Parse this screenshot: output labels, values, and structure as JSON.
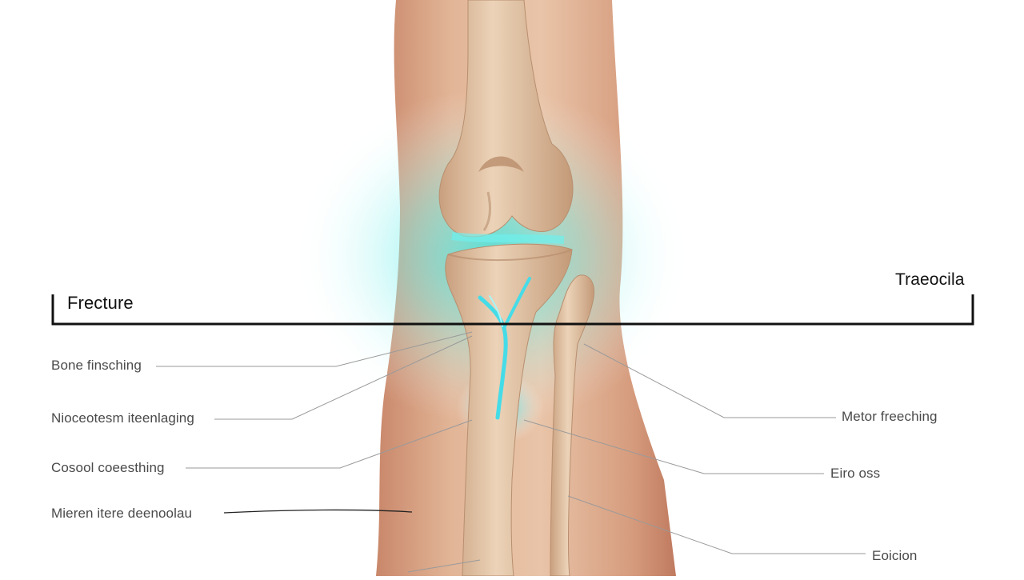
{
  "header": {
    "left_title": "Frecture",
    "right_title": "Traeocila"
  },
  "labels_left": [
    "Bone finsching",
    "Nioceotesm iteenlaging",
    "Cosool coeesthing",
    "Mieren itere deenoolau"
  ],
  "labels_right": [
    "Metor freeching",
    "Eiro oss",
    "Eoicion"
  ],
  "colors": {
    "skin": "#d9a88a",
    "bone": "#e7cdb0",
    "bone_shade": "#c49f7d",
    "glow": "#3ee6e0",
    "fracture": "#4fdfe8",
    "leader": "#9a9a9a",
    "bracket": "#111111"
  },
  "icons": [
    "knee-anatomy-illustration"
  ]
}
